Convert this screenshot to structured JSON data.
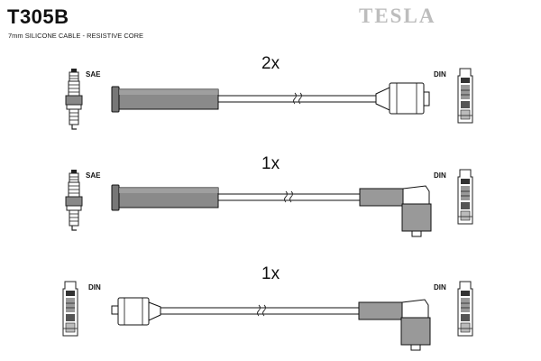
{
  "header": {
    "part_number": "T305B",
    "description": "7mm SILICONE CABLE - RESISTIVE CORE",
    "brand": "TESLA"
  },
  "cables": [
    {
      "quantity": "2x",
      "left_label": "SAE",
      "right_label": "DIN"
    },
    {
      "quantity": "1x",
      "left_label": "SAE",
      "right_label": "DIN"
    },
    {
      "quantity": "1x",
      "left_label": "DIN",
      "right_label": "DIN"
    }
  ]
}
